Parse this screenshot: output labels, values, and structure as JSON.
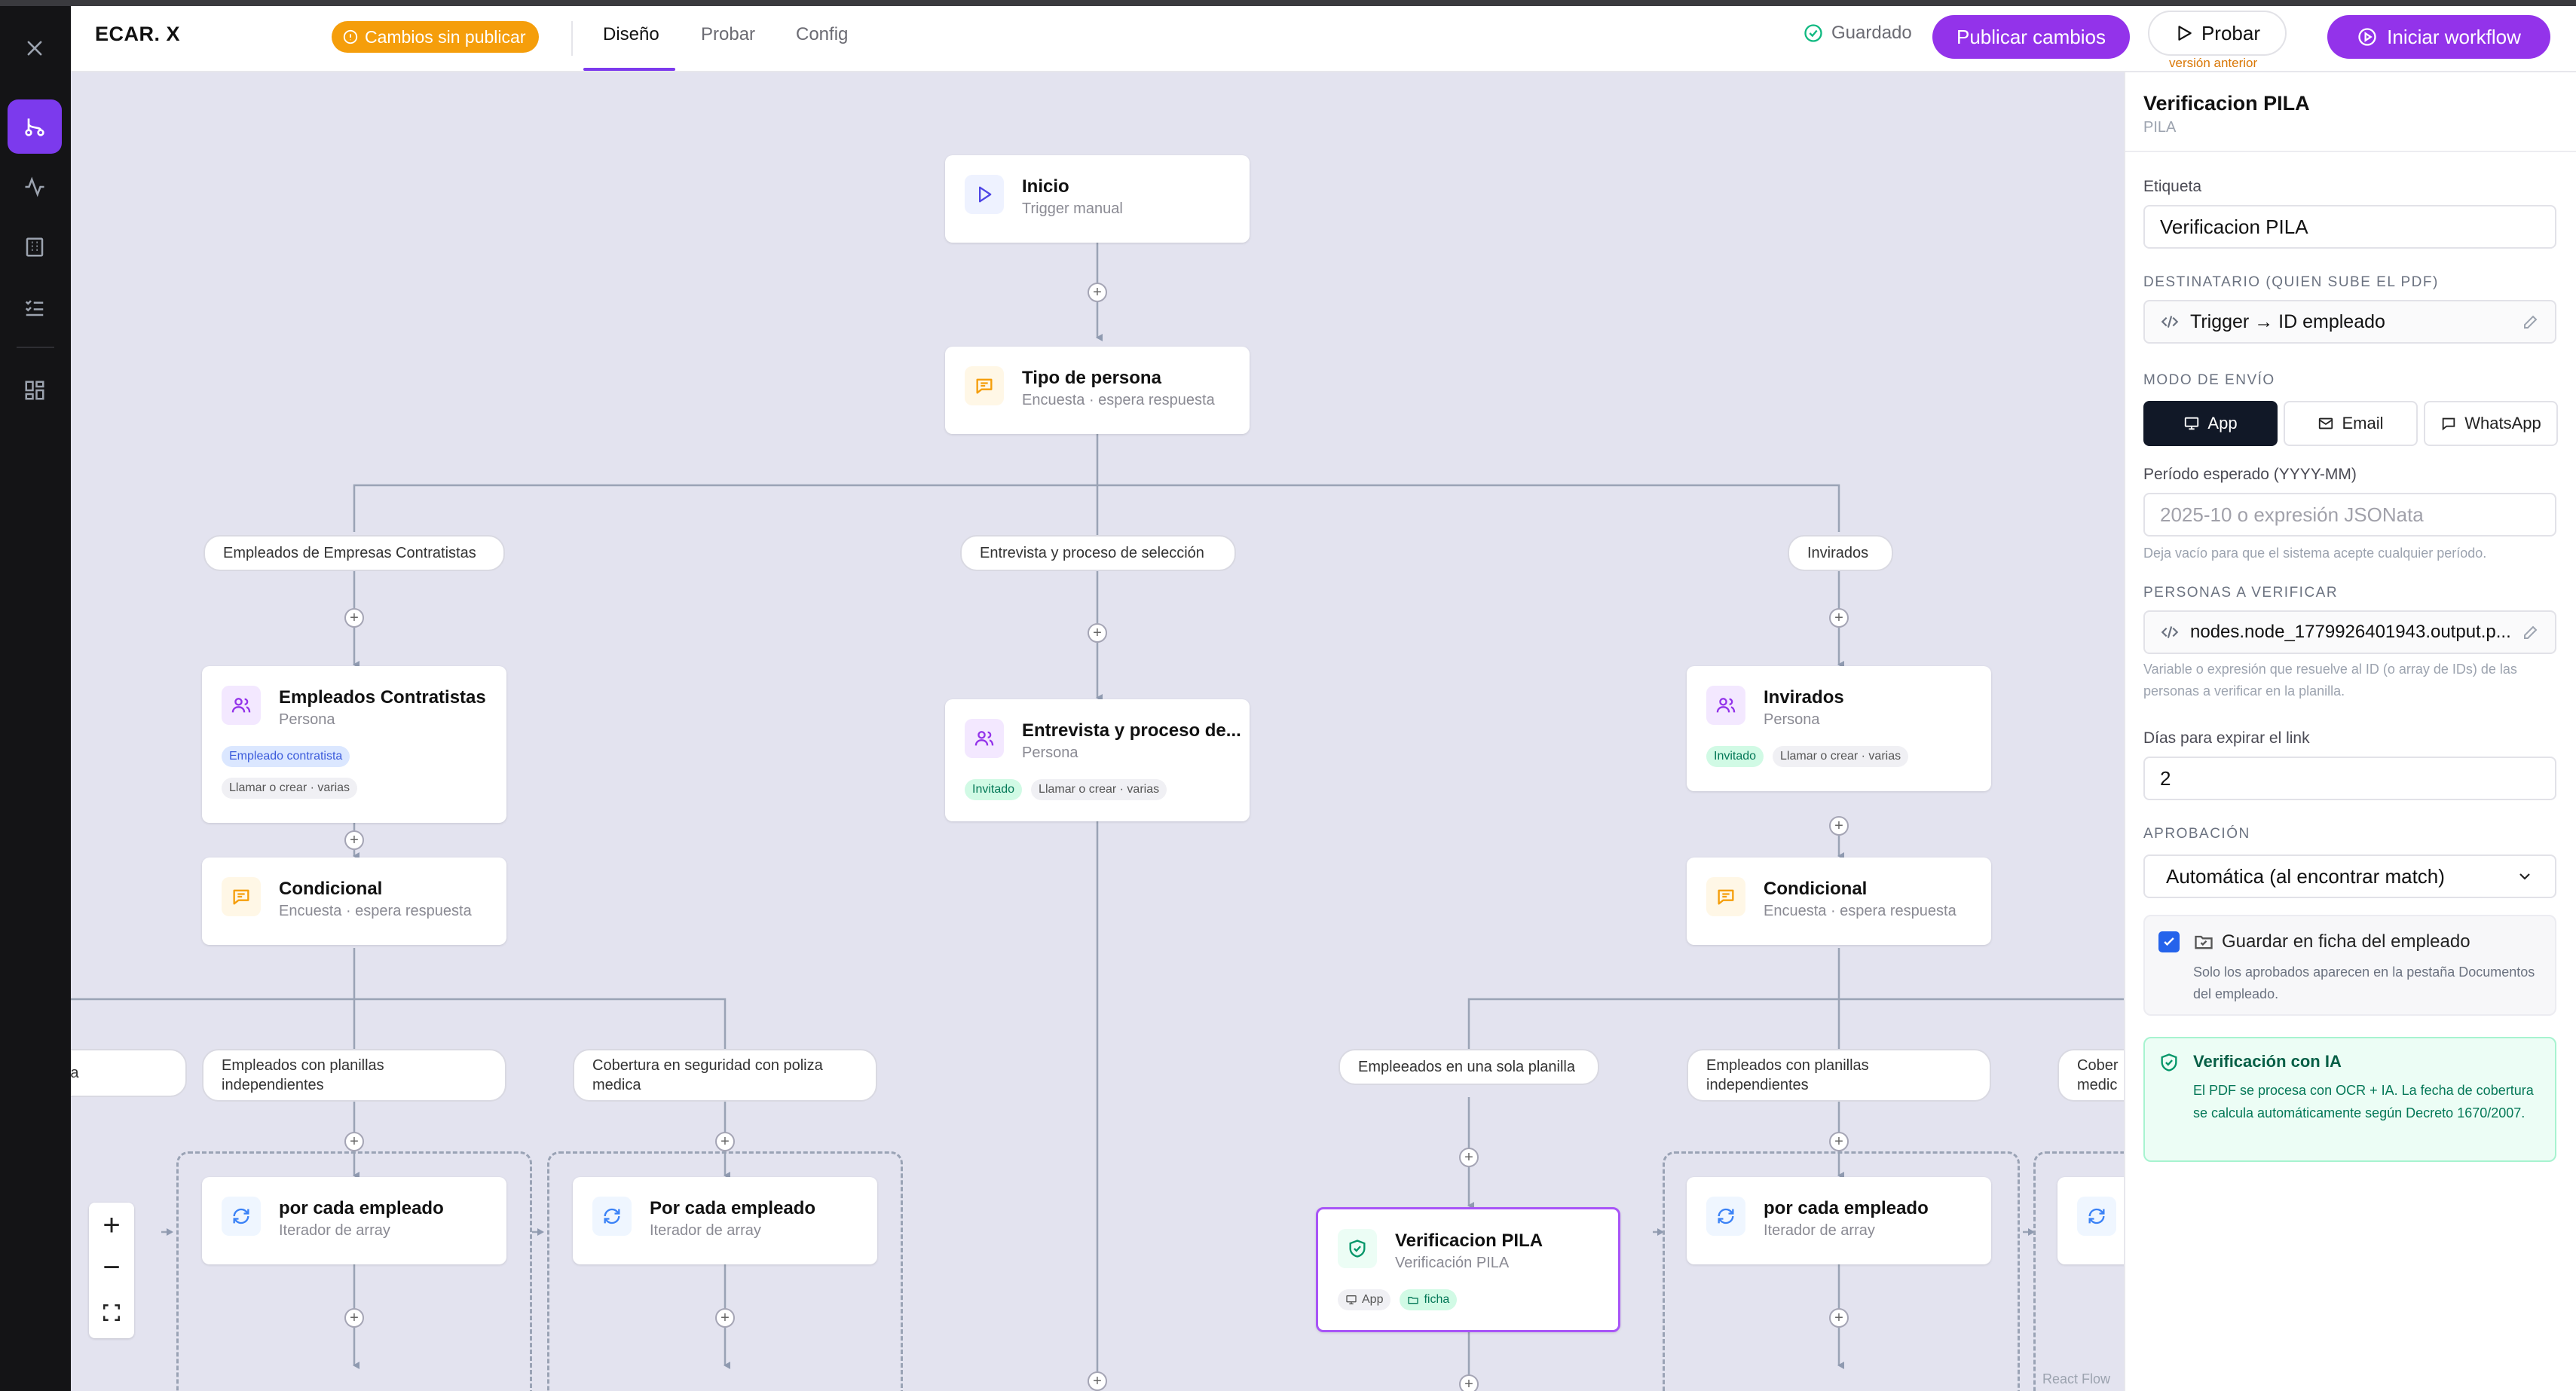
{
  "colors": {
    "accent": "#9333ea",
    "warning": "#f59e0b",
    "success": "#10b981"
  },
  "header": {
    "brand": "ECAR. X",
    "unpublished": "Cambios sin publicar",
    "tabs": [
      "Diseño",
      "Probar",
      "Config"
    ],
    "saved": "Guardado",
    "publish": "Publicar cambios",
    "test": "Probar",
    "test_version": "versión anterior",
    "start": "Iniciar workflow"
  },
  "rail": {
    "icons": [
      "close-icon",
      "workflow-icon",
      "activity-icon",
      "building-icon",
      "checklist-icon",
      "dashboard-icon"
    ]
  },
  "canvas": {
    "nodes": {
      "inicio": {
        "title": "Inicio",
        "sub": "Trigger manual"
      },
      "tipo": {
        "title": "Tipo de persona",
        "sub": "Encuesta · espera respuesta"
      },
      "contratistas": {
        "title": "Empleados Contratistas",
        "sub": "Persona",
        "chip1": "Empleado contratista",
        "chip2": "Llamar o crear · varias"
      },
      "entrevista": {
        "title": "Entrevista y proceso de...",
        "sub": "Persona",
        "chip1": "Invitado",
        "chip2": "Llamar o crear · varias"
      },
      "invirados": {
        "title": "Invirados",
        "sub": "Persona",
        "chip1": "Invitado",
        "chip2": "Llamar o crear · varias"
      },
      "cond1": {
        "title": "Condicional",
        "sub": "Encuesta · espera respuesta"
      },
      "cond2": {
        "title": "Condicional",
        "sub": "Encuesta · espera respuesta"
      },
      "loop1": {
        "title": "por cada empleado",
        "sub": "Iterador de array"
      },
      "loop2": {
        "title": "Por cada empleado",
        "sub": "Iterador de array"
      },
      "loop3": {
        "title": "por cada empleado",
        "sub": "Iterador de array"
      },
      "pila": {
        "title": "Verificacion PILA",
        "sub": "Verificación PILA",
        "chip1": "App",
        "chip2": "ficha"
      }
    },
    "labels": {
      "l1": "Empleados de Empresas Contratistas",
      "l2": "Entrevista y proceso de selección",
      "l3": "Invirados",
      "l4": "illa",
      "l5": "Empleados con planillas independientes",
      "l6": "Cobertura en seguridad con poliza medica",
      "l7": "Empleeados en una sola planilla",
      "l8": "Empleados con planillas independientes",
      "l9": "Cober medic"
    },
    "attribution": "React Flow",
    "zoom": {
      "in": "+",
      "out": "−"
    }
  },
  "panel": {
    "title": "Verificacion PILA",
    "subtitle": "PILA",
    "label_caption": "Etiqueta",
    "label_value": "Verificacion PILA",
    "recipient_caption": "DESTINATARIO (QUIEN SUBE EL PDF)",
    "recipient_value": "Trigger → ID empleado",
    "mode_caption": "MODO DE ENVÍO",
    "modes": [
      "App",
      "Email",
      "WhatsApp"
    ],
    "period_caption": "Período esperado (YYYY-MM)",
    "period_placeholder": "2025-10 o expresión JSONata",
    "period_help": "Deja vacío para que el sistema acepte cualquier período.",
    "persons_caption": "PERSONAS A VERIFICAR",
    "persons_value": "nodes.node_1779926401943.output.p...",
    "persons_help": "Variable o expresión que resuelve al ID (o array de IDs) de las personas a verificar en la planilla.",
    "days_caption": "Días para expirar el link",
    "days_value": "2",
    "approval_caption": "APROBACIÓN",
    "approval_value": "Automática (al encontrar match)",
    "save_label": "Guardar en ficha del empleado",
    "save_help": "Solo los aprobados aparecen en la pestaña Documentos del empleado.",
    "save_checked": true,
    "ai_title": "Verificación con IA",
    "ai_text": "El PDF se procesa con OCR + IA. La fecha de cobertura se calcula automáticamente según Decreto 1670/2007."
  }
}
